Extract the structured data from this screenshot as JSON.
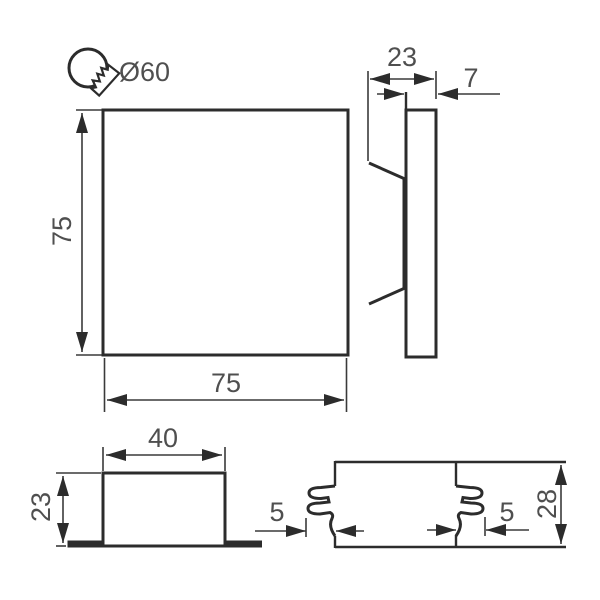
{
  "colors": {
    "background": "#ffffff",
    "line": "#2c2c2c",
    "dimension": "#3a3a3a",
    "text": "#4f4f4f"
  },
  "views": {
    "cutout": {
      "icon": "hole-saw",
      "diameter_label": "Ø60"
    },
    "front": {
      "width_label": "75",
      "height_label": "75"
    },
    "side": {
      "depth_label": "23",
      "panel_thickness_label": "7"
    },
    "housing_bottom": {
      "width_label": "40",
      "depth_label": "23"
    },
    "housing_side": {
      "left_clip_label": "5",
      "right_clip_label": "5",
      "height_label": "28"
    }
  }
}
